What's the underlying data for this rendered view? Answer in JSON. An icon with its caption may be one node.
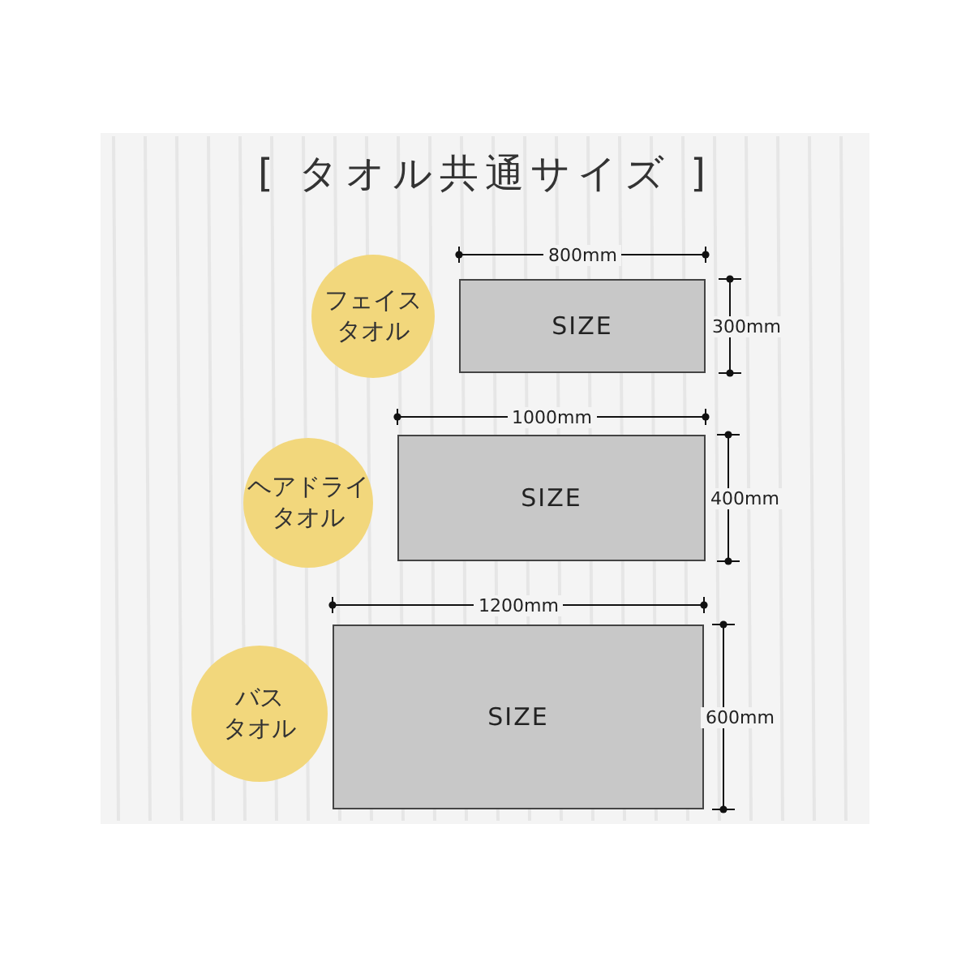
{
  "diagram": {
    "title": "[ タオル共通サイズ ]",
    "nodes": [
      {
        "text": [
          "フェイスタオル"
        ]
      },
      {
        "text": [
          "SIZE"
        ]
      },
      {
        "text": [
          "ヘアドライタオル"
        ]
      },
      {
        "text": [
          "SIZE"
        ]
      },
      {
        "text": [
          "バスタオル"
        ]
      },
      {
        "text": [
          "SIZE"
        ]
      }
    ],
    "labels": [
      "800mm",
      "300mm",
      "1000mm",
      "400mm",
      "1200mm",
      "600mm"
    ]
  }
}
